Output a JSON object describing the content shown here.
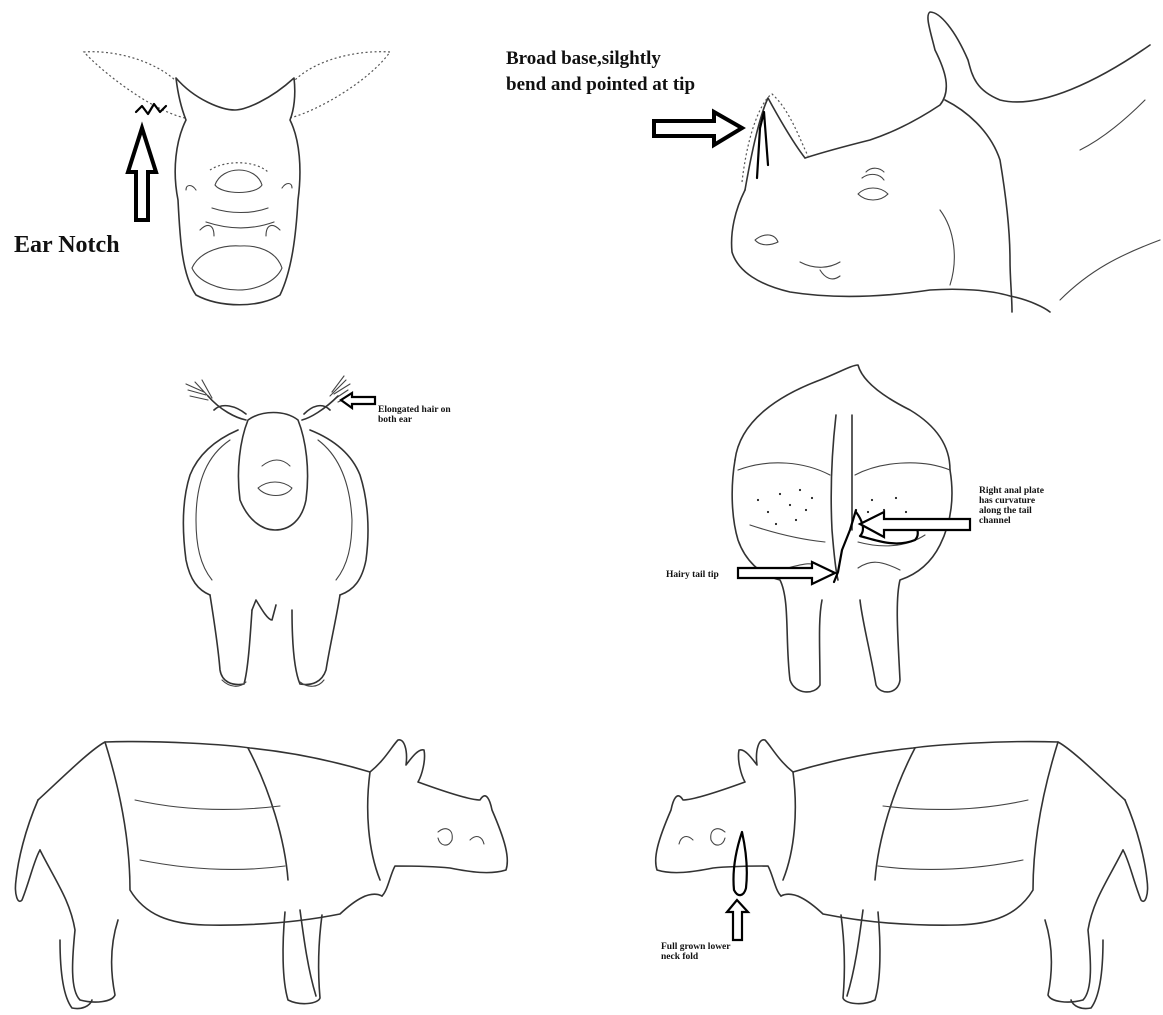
{
  "annotations": {
    "ear_notch": "Ear Notch",
    "horn": [
      "Broad base,silghtly",
      "bend and pointed at tip"
    ],
    "ear_hair": [
      "Elongated hair on",
      "both ear"
    ],
    "anal_plate": [
      "Right anal plate",
      "has curvature",
      "along the tail",
      "channel"
    ],
    "tail_tip": "Hairy tail tip",
    "neck_fold": [
      "Full grown lower",
      "neck fold"
    ]
  },
  "colors": {
    "line": "#333333",
    "arrow": "#000000",
    "background": "#ffffff"
  },
  "icons": [
    "arrow-up-icon",
    "arrow-right-icon",
    "arrow-left-icon"
  ]
}
